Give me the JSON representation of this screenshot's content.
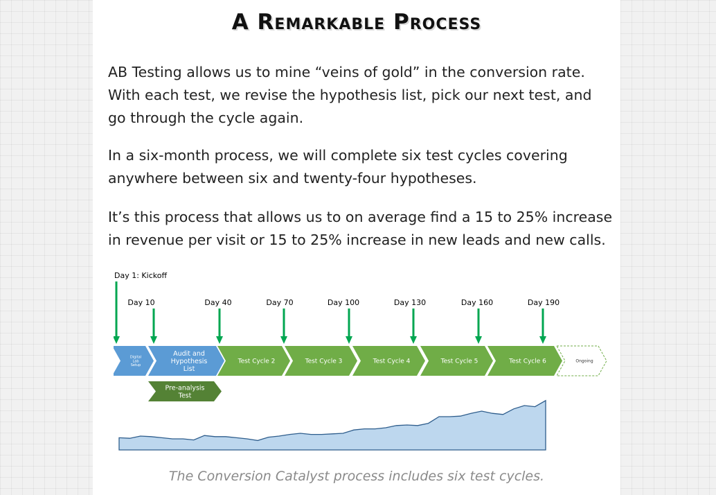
{
  "page": {
    "title": "A Remarkable Process",
    "paragraphs": [
      "AB Testing allows us to mine “veins of gold” in the conversion rate. With each test, we revise the hypothesis list, pick our next test, and go through the cycle again.",
      "In a six-month process, we will complete six test cycles covering anywhere between six and twenty-four hypotheses.",
      "It’s this process that allows us to on average find a 15 to 25% increase in revenue per visit or 15 to 25% increase in new leads and new calls."
    ],
    "caption": "The Conversion Catalyst process includes six test cycles."
  },
  "diagram": {
    "milestones": [
      "Day 1: Kickoff",
      "Day 10",
      "Day 40",
      "Day 70",
      "Day 100",
      "Day 130",
      "Day 160",
      "Day 190"
    ],
    "stages": [
      {
        "label": [
          "Digital",
          "Lab",
          "Setup"
        ],
        "color": "#5b9bd5"
      },
      {
        "label": [
          "Audit and",
          "Hypothesis",
          "List"
        ],
        "color": "#5b9bd5"
      },
      {
        "label": [
          "Test Cycle 2"
        ],
        "color": "#70ad47"
      },
      {
        "label": [
          "Test Cycle 3"
        ],
        "color": "#70ad47"
      },
      {
        "label": [
          "Test Cycle 4"
        ],
        "color": "#70ad47"
      },
      {
        "label": [
          "Test Cycle 5"
        ],
        "color": "#70ad47"
      },
      {
        "label": [
          "Test Cycle 6"
        ],
        "color": "#70ad47"
      },
      {
        "label": [
          "Ongoing"
        ],
        "color": "none"
      }
    ],
    "sub_stage": {
      "label": [
        "Pre-analysis",
        "Test"
      ],
      "color": "#548235"
    },
    "arrow_color": "#00a650",
    "trend_values": [
      22,
      21,
      25,
      24,
      22,
      20,
      20,
      18,
      26,
      24,
      24,
      22,
      20,
      17,
      23,
      25,
      28,
      30,
      28,
      28,
      29,
      30,
      36,
      38,
      38,
      40,
      44,
      45,
      44,
      48,
      60,
      60,
      61,
      66,
      70,
      66,
      64,
      74,
      80,
      78,
      89
    ],
    "trend_fill": "#bdd7ee",
    "trend_stroke": "#2e5d8c"
  }
}
